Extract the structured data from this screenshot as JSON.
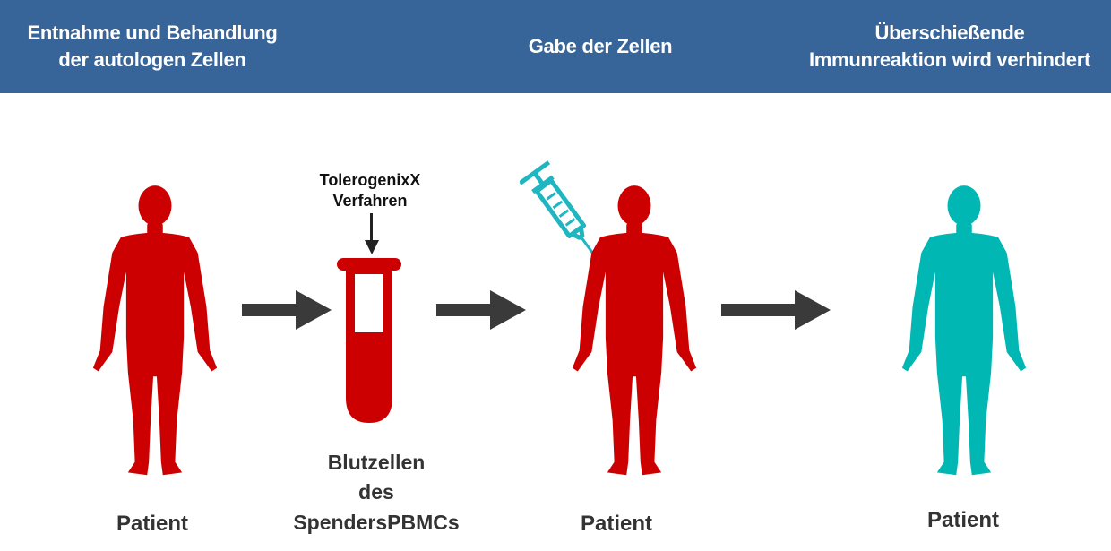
{
  "header": {
    "step1": "Entnahme und Behandlung\nder autologen Zellen",
    "step2": "Gabe der Zellen",
    "step3": "Überschießende\nImmunreaktion wird verhindert"
  },
  "process": {
    "label": "TolerogenixX\nVerfahren"
  },
  "tube": {
    "label": "Blutzellen\ndes SpendersPBMCs"
  },
  "patients": [
    {
      "label": "Patient"
    },
    {
      "label": "Patient"
    },
    {
      "label": "Patient"
    }
  ],
  "colors": {
    "header_bg": "#386599",
    "patient_red": "#cc0000",
    "patient_teal": "#00b7b4",
    "arrow": "#3a3a3a",
    "syringe": "#1fb6c1"
  }
}
